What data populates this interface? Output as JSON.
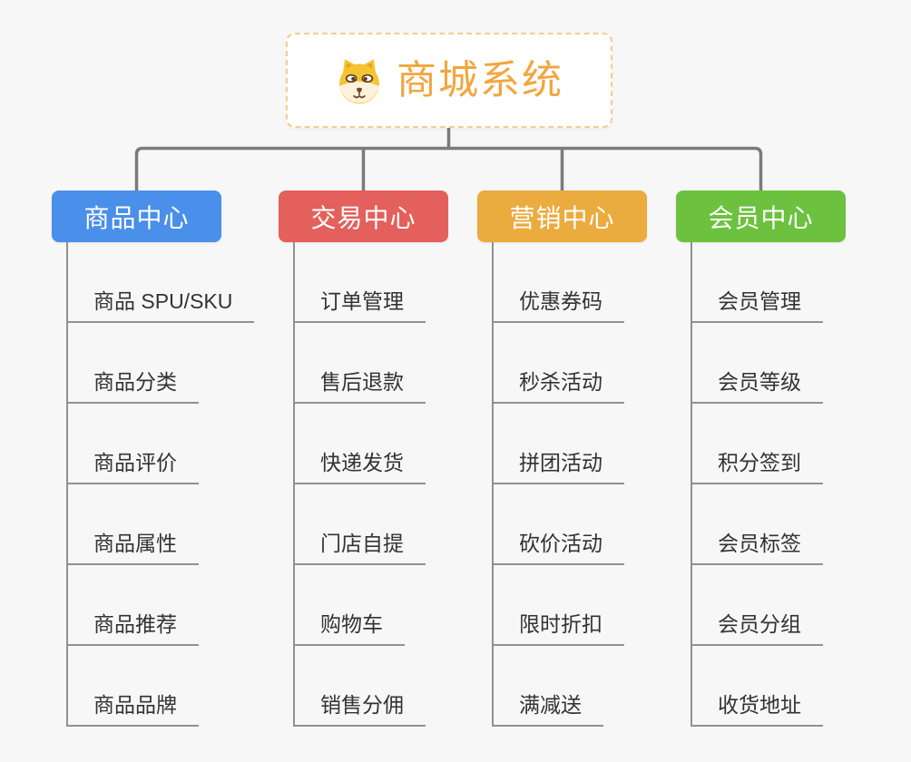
{
  "root": {
    "title": "商城系统",
    "icon": "dog-face-icon"
  },
  "branches": [
    {
      "label": "商品中心",
      "color": "#4a8fe9",
      "children": [
        "商品 SPU/SKU",
        "商品分类",
        "商品评价",
        "商品属性",
        "商品推荐",
        "商品品牌"
      ]
    },
    {
      "label": "交易中心",
      "color": "#e4605c",
      "children": [
        "订单管理",
        "售后退款",
        "快递发货",
        "门店自提",
        "购物车",
        "销售分佣"
      ]
    },
    {
      "label": "营销中心",
      "color": "#ebab3f",
      "children": [
        "优惠券码",
        "秒杀活动",
        "拼团活动",
        "砍价活动",
        "限时折扣",
        "满减送"
      ]
    },
    {
      "label": "会员中心",
      "color": "#6cc23e",
      "children": [
        "会员管理",
        "会员等级",
        "积分签到",
        "会员标签",
        "会员分组",
        "收货地址"
      ]
    }
  ],
  "palette": {
    "background": "#f7f7f7",
    "title_orange": "#f1a63e",
    "root_border": "#f5cd8f",
    "connector_gray": "#7b7b7b",
    "underline_gray": "#919191",
    "dog_yellow": "#f6c331",
    "dog_muzzle": "#fdf3dc",
    "dog_brown": "#7a4a21"
  }
}
